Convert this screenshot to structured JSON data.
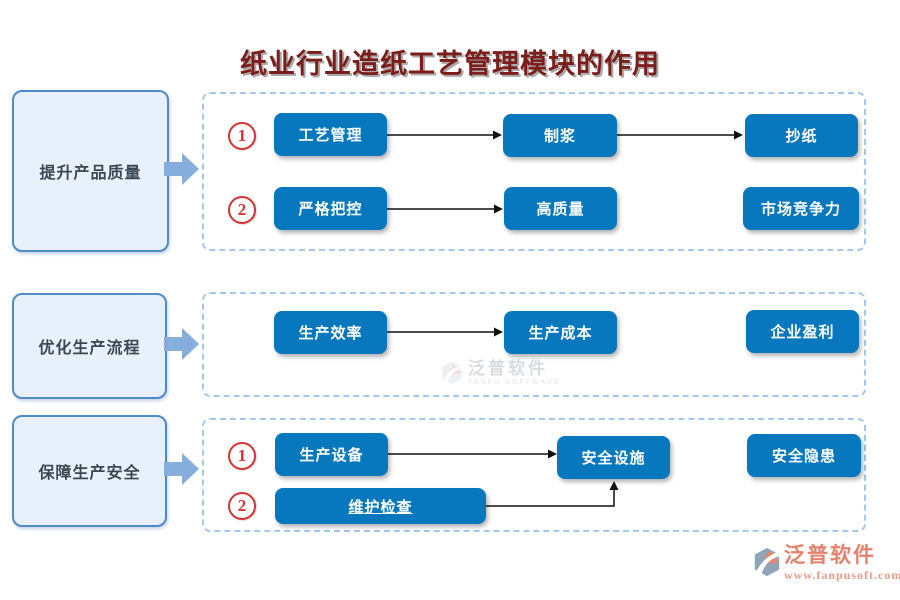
{
  "title": "纸业行业造纸工艺管理模块的作用",
  "sections": [
    {
      "label": "提升产品质量",
      "lines": [
        {
          "num": "1",
          "nodes": [
            "工艺管理",
            "制浆",
            "抄纸"
          ]
        },
        {
          "num": "2",
          "nodes": [
            "严格把控",
            "高质量",
            "市场竞争力"
          ]
        }
      ]
    },
    {
      "label": "优化生产流程",
      "lines": [
        {
          "num": "",
          "nodes": [
            "生产效率",
            "生产成本",
            "企业盈利"
          ]
        }
      ]
    },
    {
      "label": "保障生产安全",
      "lines": [
        {
          "num": "1",
          "nodes": [
            "生产设备",
            "安全设施",
            "安全隐患"
          ]
        },
        {
          "num": "2",
          "nodes": [
            "维护检查"
          ]
        }
      ]
    }
  ],
  "watermarks": {
    "center": {
      "brand": "泛普软件",
      "sub": "FANPU SOFTWARE"
    },
    "corner": {
      "brand": "泛普软件",
      "url": "www.fanpusoft.com"
    }
  },
  "colors": {
    "node_fill": "#0878be",
    "panel_dash": "#a5c7e9",
    "side_border": "#4e8bc8",
    "number_red": "#d43434",
    "title_red": "#7b1d1a",
    "block_arrow": "#86aedd"
  }
}
